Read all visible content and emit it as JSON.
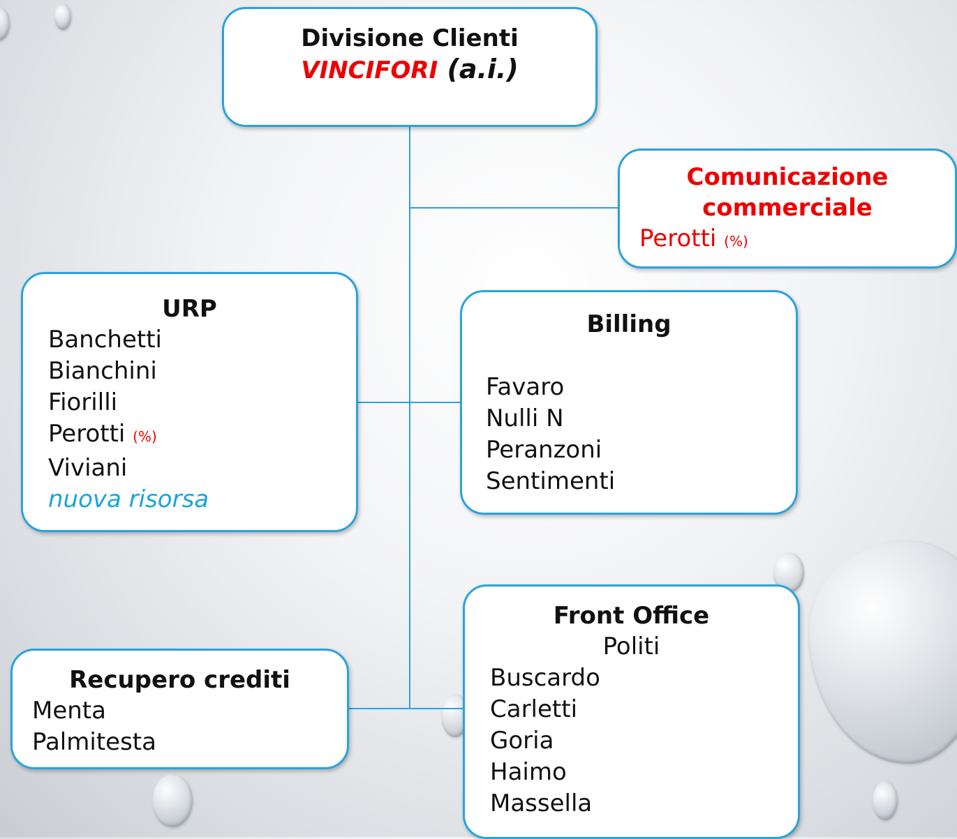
{
  "divisione": {
    "title": "Divisione Clienti",
    "head": "VINCIFORI",
    "head_suffix": " (a.i.)"
  },
  "comunicazione": {
    "title": "Comunicazione commerciale",
    "member": "Perotti",
    "note": "(%)"
  },
  "urp": {
    "title": "URP",
    "members": [
      "Banchetti",
      "Bianchini",
      "Fiorilli",
      "Perotti",
      "Viviani"
    ],
    "note": "(%)",
    "new_resource": "nuova risorsa"
  },
  "billing": {
    "title": "Billing",
    "members": [
      "Favaro",
      "Nulli N",
      "Peranzoni",
      "Sentimenti"
    ]
  },
  "front_office": {
    "title": "Front Office",
    "head": "Politi",
    "members": [
      "Buscardo",
      "Carletti",
      "Goria",
      "Haimo",
      "Massella"
    ]
  },
  "recupero": {
    "title": "Recupero crediti",
    "members": [
      "Menta",
      "Palmitesta"
    ]
  },
  "colors": {
    "border": "#29a3dc",
    "accent_red": "#ee0000",
    "accent_blue": "#1aa3df"
  }
}
